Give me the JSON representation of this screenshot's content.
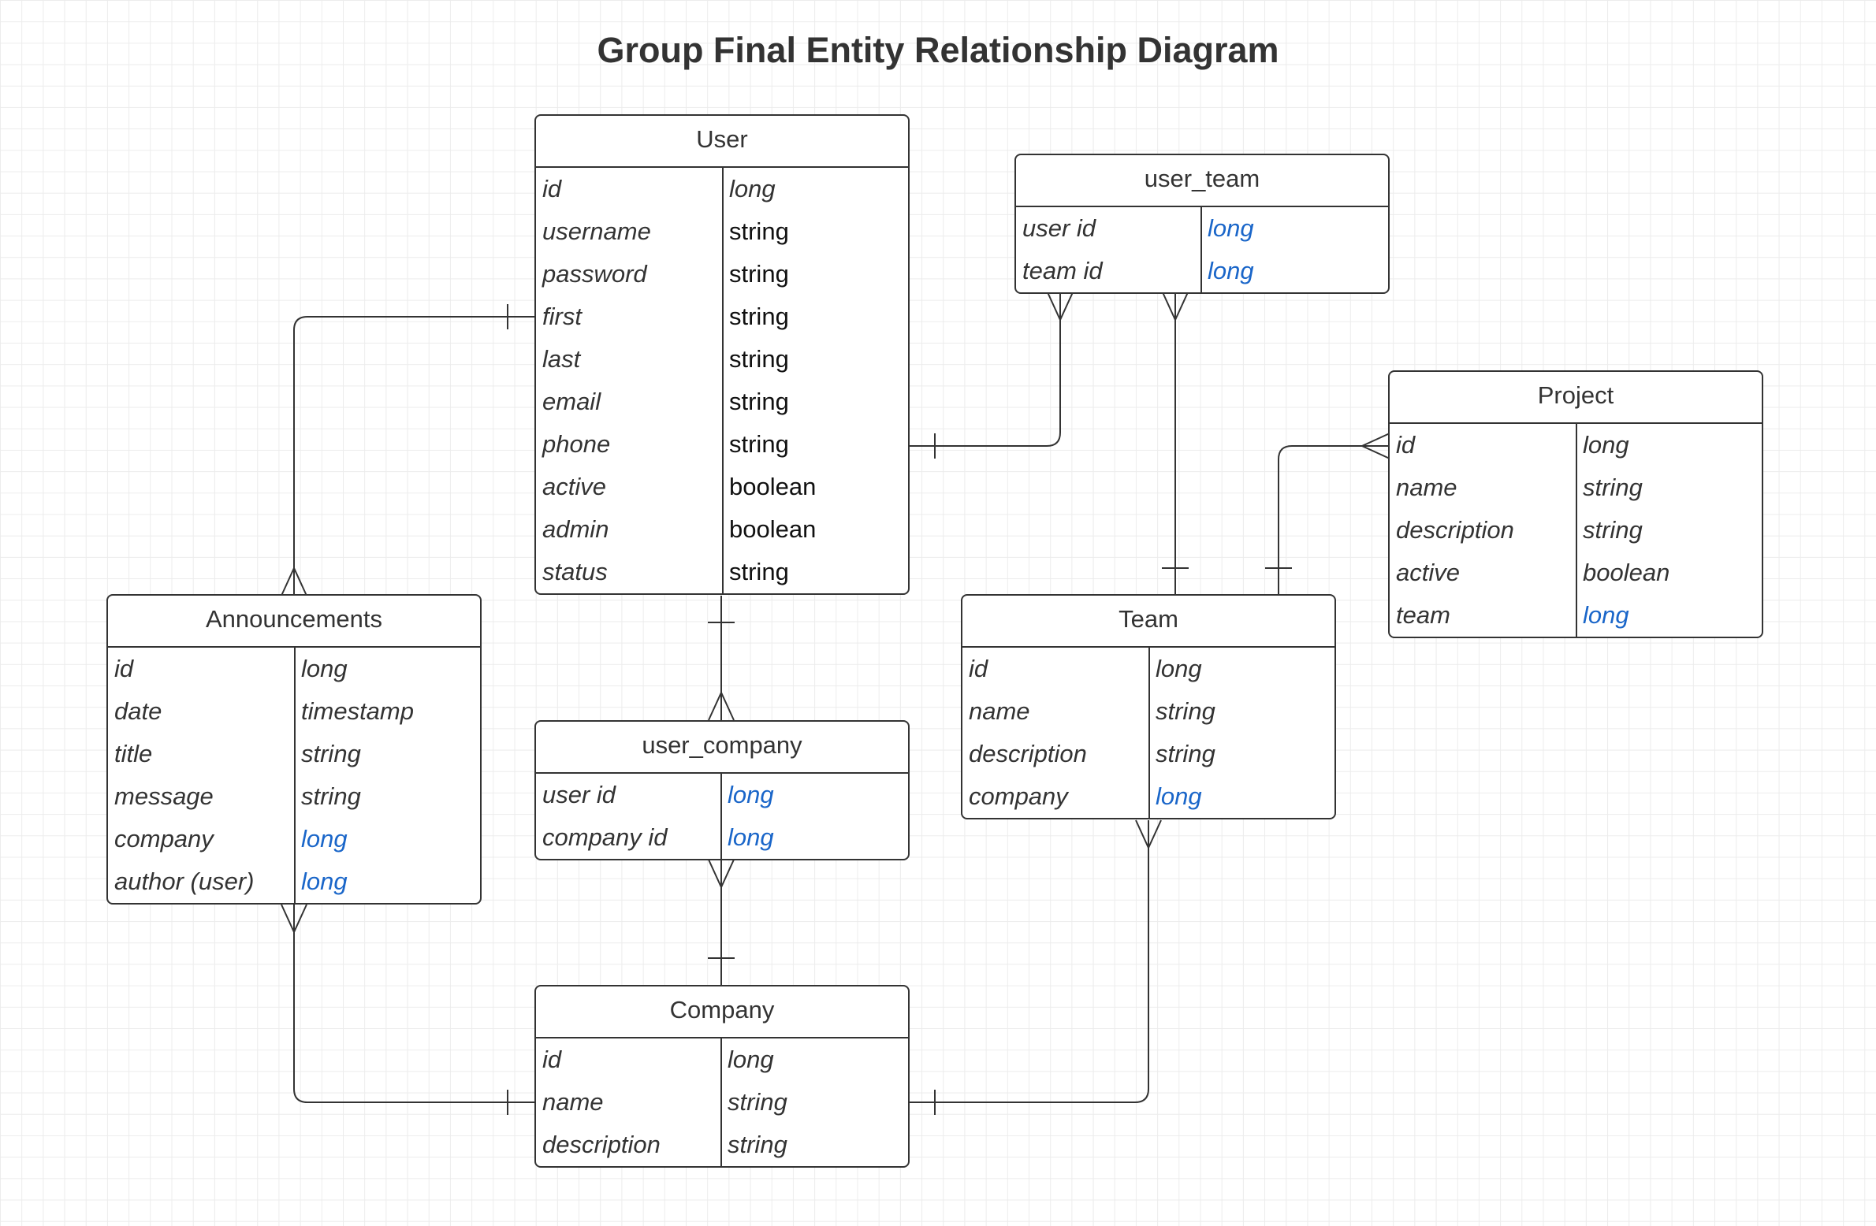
{
  "title": "Group Final Entity Relationship Diagram",
  "colors": {
    "line": "#333333",
    "foreign_key": "#1a66c9",
    "grid": "#ececec"
  },
  "entities": {
    "user": {
      "name": "User",
      "fields": [
        {
          "name": "id",
          "type": "long",
          "style": "italic"
        },
        {
          "name": "username",
          "type": "string",
          "style": "plain"
        },
        {
          "name": "password",
          "type": "string",
          "style": "plain"
        },
        {
          "name": "first",
          "type": "string",
          "style": "plain"
        },
        {
          "name": "last",
          "type": "string",
          "style": "plain"
        },
        {
          "name": "email",
          "type": "string",
          "style": "plain"
        },
        {
          "name": "phone",
          "type": "string",
          "style": "plain"
        },
        {
          "name": "active",
          "type": "boolean",
          "style": "plain"
        },
        {
          "name": "admin",
          "type": "boolean",
          "style": "plain"
        },
        {
          "name": "status",
          "type": "string",
          "style": "plain"
        }
      ]
    },
    "user_team": {
      "name": "user_team",
      "fields": [
        {
          "name": "user id",
          "type": "long",
          "style": "fk"
        },
        {
          "name": "team id",
          "type": "long",
          "style": "fk"
        }
      ]
    },
    "project": {
      "name": "Project",
      "fields": [
        {
          "name": "id",
          "type": "long",
          "style": "italic"
        },
        {
          "name": "name",
          "type": "string",
          "style": "italic"
        },
        {
          "name": "description",
          "type": "string",
          "style": "italic"
        },
        {
          "name": "active",
          "type": "boolean",
          "style": "italic"
        },
        {
          "name": "team",
          "type": "long",
          "style": "fk"
        }
      ]
    },
    "announcements": {
      "name": "Announcements",
      "fields": [
        {
          "name": "id",
          "type": "long",
          "style": "italic"
        },
        {
          "name": "date",
          "type": "timestamp",
          "style": "italic"
        },
        {
          "name": "title",
          "type": "string",
          "style": "italic"
        },
        {
          "name": "message",
          "type": "string",
          "style": "italic"
        },
        {
          "name": "company",
          "type": "long",
          "style": "fk"
        },
        {
          "name": "author (user)",
          "type": "long",
          "style": "fk"
        }
      ]
    },
    "team": {
      "name": "Team",
      "fields": [
        {
          "name": "id",
          "type": "long",
          "style": "italic"
        },
        {
          "name": "name",
          "type": "string",
          "style": "italic"
        },
        {
          "name": "description",
          "type": "string",
          "style": "italic"
        },
        {
          "name": "company",
          "type": "long",
          "style": "fk"
        }
      ]
    },
    "user_company": {
      "name": "user_company",
      "fields": [
        {
          "name": "user id",
          "type": "long",
          "style": "fk"
        },
        {
          "name": "company id",
          "type": "long",
          "style": "fk"
        }
      ]
    },
    "company": {
      "name": "Company",
      "fields": [
        {
          "name": "id",
          "type": "long",
          "style": "italic"
        },
        {
          "name": "name",
          "type": "string",
          "style": "italic"
        },
        {
          "name": "description",
          "type": "string",
          "style": "italic"
        }
      ]
    }
  },
  "relationships": [
    {
      "from": "User",
      "from_end": "one",
      "to": "Announcements",
      "to_end": "many"
    },
    {
      "from": "User",
      "from_end": "one",
      "to": "user_team",
      "to_end": "many"
    },
    {
      "from": "Team",
      "from_end": "one",
      "to": "user_team",
      "to_end": "many"
    },
    {
      "from": "Team",
      "from_end": "one",
      "to": "Project",
      "to_end": "many"
    },
    {
      "from": "User",
      "from_end": "one",
      "to": "user_company",
      "to_end": "many"
    },
    {
      "from": "Company",
      "from_end": "one",
      "to": "user_company",
      "to_end": "many"
    },
    {
      "from": "Company",
      "from_end": "one",
      "to": "Announcements",
      "to_end": "many"
    },
    {
      "from": "Company",
      "from_end": "one",
      "to": "Team",
      "to_end": "many"
    }
  ]
}
